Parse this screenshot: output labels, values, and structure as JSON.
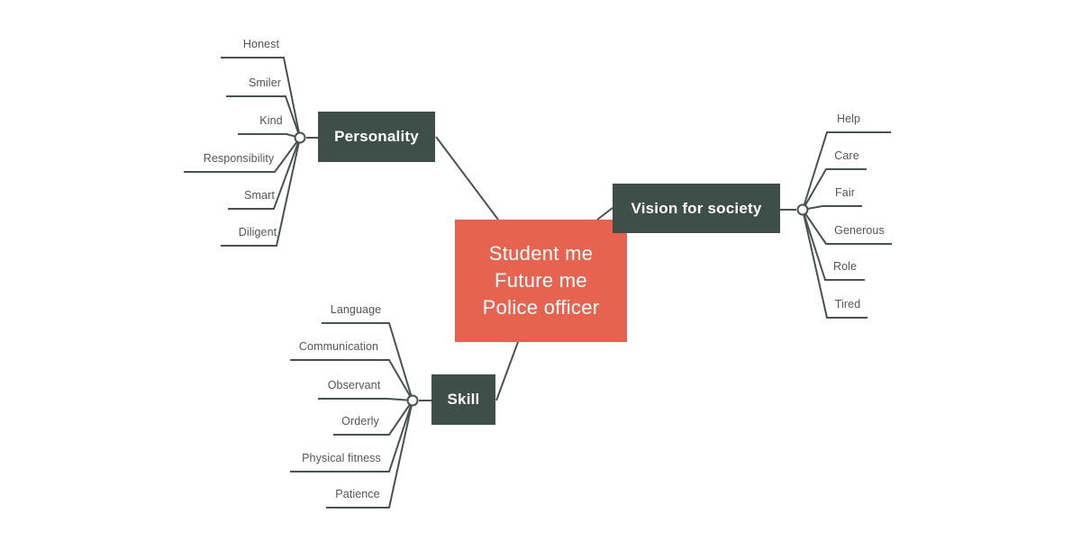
{
  "diagram_type": "mind-map",
  "central": {
    "lines": [
      "Student me",
      "Future me",
      "Police officer"
    ]
  },
  "branches": [
    {
      "label": "Personality",
      "side": "left",
      "leaves": [
        "Honest",
        "Smiler",
        "Kind",
        "Responsibility",
        "Smart",
        "Diligent"
      ]
    },
    {
      "label": "Vision for society",
      "side": "right",
      "leaves": [
        "Help",
        "Care",
        "Fair",
        "Generous",
        "Role",
        "Tired"
      ]
    },
    {
      "label": "Skill",
      "side": "left",
      "leaves": [
        "Language",
        "Communication",
        "Observant",
        "Orderly",
        "Physical fitness",
        "Patience"
      ]
    }
  ],
  "colors": {
    "background": "#FFFFFF",
    "central_node": "#E8634F",
    "branch_node": "#3E4F49",
    "node_text": "#FFFFFF",
    "line": "#48534F",
    "leaf_text": "#4E5852",
    "hub_fill": "#FFFFFF"
  }
}
